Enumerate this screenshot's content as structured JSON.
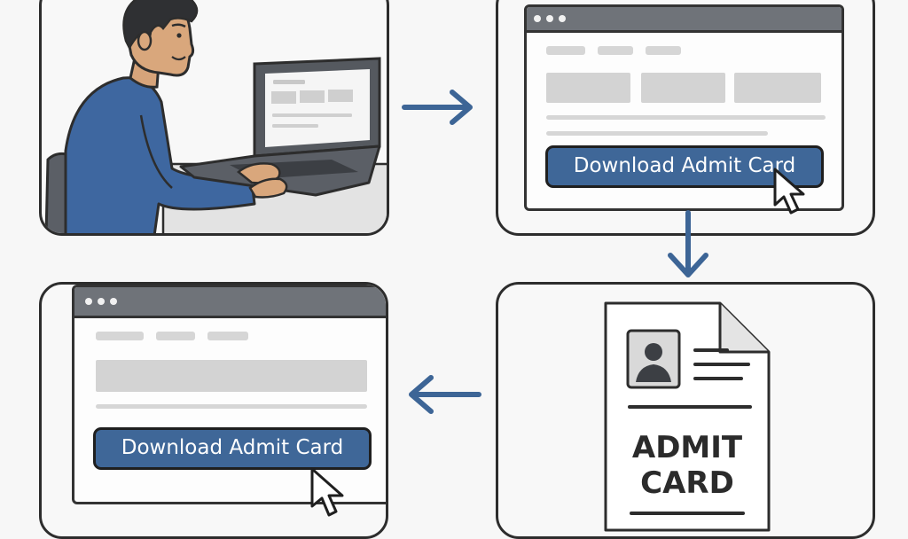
{
  "buttons": {
    "download_top": "Download Admit Card",
    "download_bottom": "Download Admit Card"
  },
  "admit_card": {
    "line1": "ADMIT",
    "line2": "CARD"
  },
  "colors": {
    "accent": "#3f6798",
    "arrow": "#3d6596",
    "sweater": "#3e67a0",
    "outline": "#2d2d2d"
  },
  "icons": [
    "person-at-laptop-icon",
    "arrow-right-icon",
    "arrow-down-icon",
    "arrow-left-icon",
    "cursor-pointer-icon",
    "document-icon",
    "photo-avatar-icon"
  ]
}
